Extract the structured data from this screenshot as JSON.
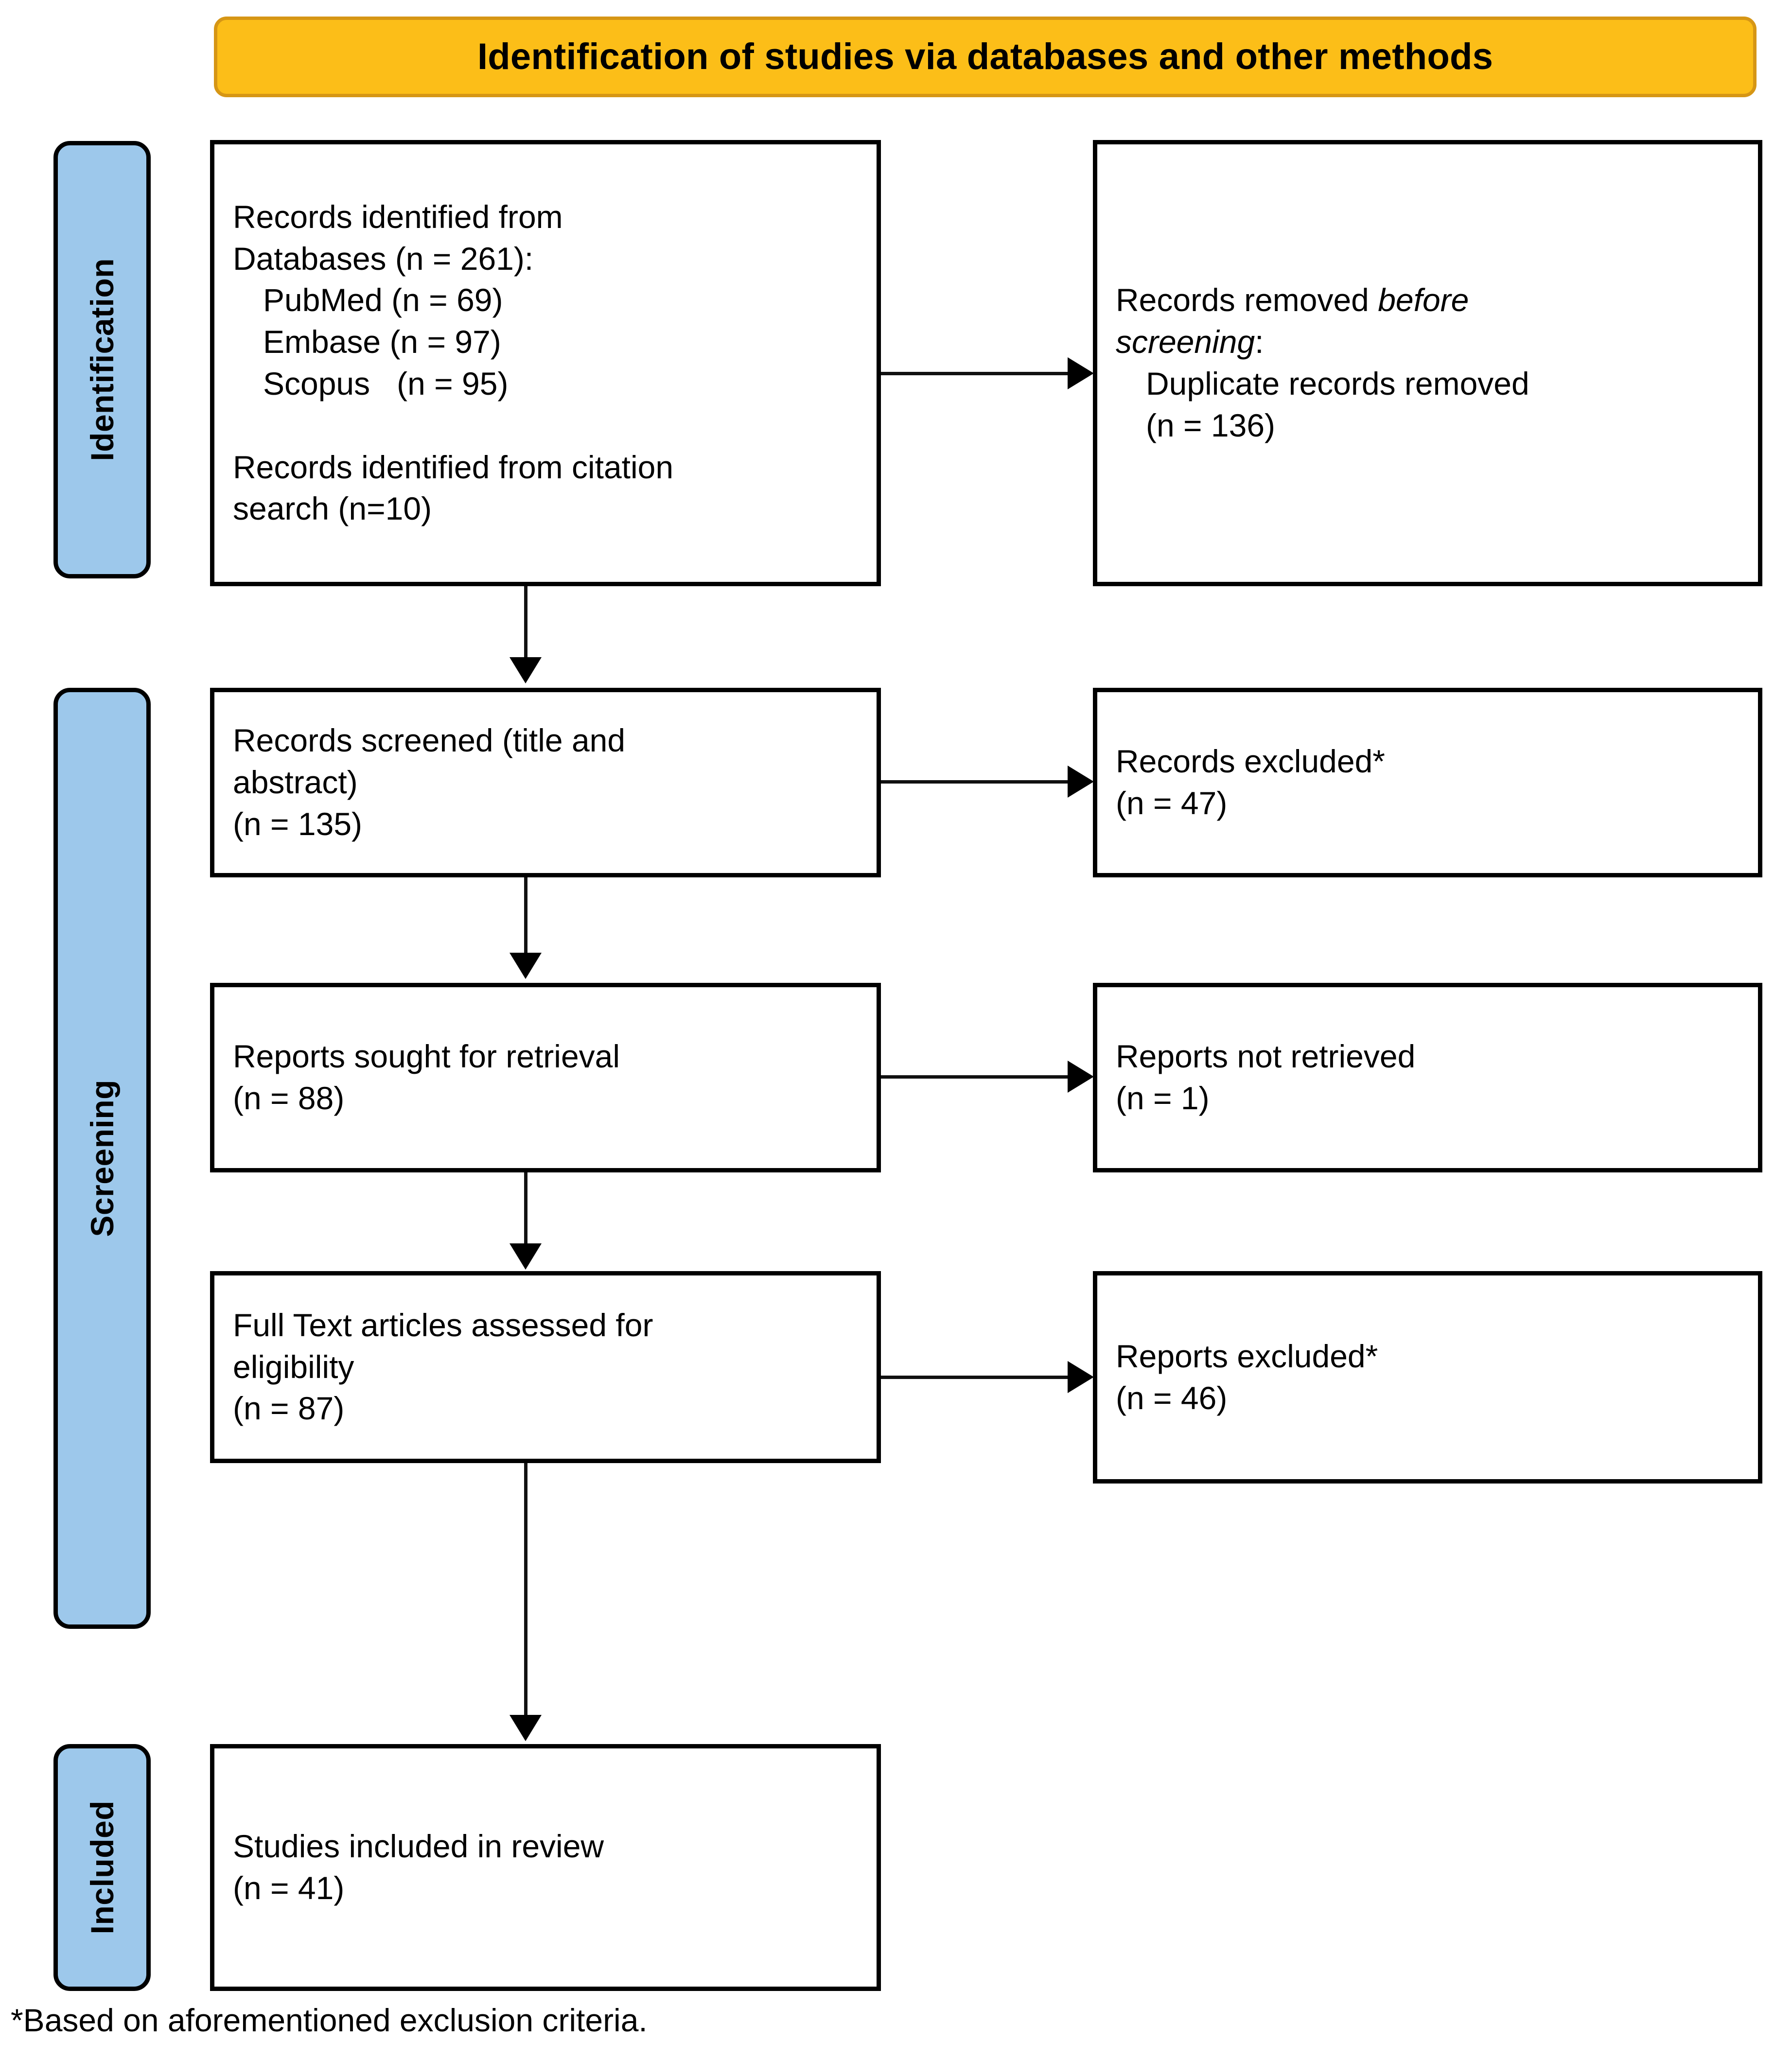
{
  "banner": {
    "title": "Identification of studies via databases and other methods"
  },
  "stages": [
    {
      "id": "identification",
      "label": "Identification"
    },
    {
      "id": "screening",
      "label": "Screening"
    },
    {
      "id": "included",
      "label": "Included"
    }
  ],
  "boxes": {
    "records_identified": {
      "line1": "Records identified from",
      "line2": "Databases (n = 261):",
      "line3": "PubMed (n = 69)",
      "line4": "Embase (n = 97)",
      "line5": "Scopus   (n = 95)",
      "line6": "Records identified from citation",
      "line7": "search (n=10)"
    },
    "records_removed": {
      "line1_prefix": "Records removed ",
      "line1_italic": "before",
      "line2_italic": "screening",
      "line2_suffix": ":",
      "line3": "Duplicate records removed",
      "line4": "(n = 136)"
    },
    "records_screened": {
      "line1": "Records screened (title and",
      "line2": "abstract)",
      "line3": "(n = 135)"
    },
    "records_excluded": {
      "line1": "Records excluded*",
      "line2": "(n = 47)"
    },
    "reports_sought": {
      "line1": "Reports sought for retrieval",
      "line2": "(n = 88)"
    },
    "reports_not_retrieved": {
      "line1": "Reports not retrieved",
      "line2": "(n = 1)"
    },
    "fulltext_assessed": {
      "line1": "Full Text articles assessed for",
      "line2": "eligibility",
      "line3": "(n = 87)"
    },
    "reports_excluded": {
      "line1": "Reports excluded*",
      "line2": "(n = 46)"
    },
    "studies_included": {
      "line1": "Studies included in review",
      "line2": "(n = 41)"
    }
  },
  "footnote": {
    "text": "*Based on aforementioned exclusion criteria."
  },
  "colors": {
    "banner_fill": "#FCBE18",
    "banner_border": "#D69615",
    "stage_fill": "#9DC8EB",
    "stage_border": "#000000",
    "box_border": "#000000",
    "text": "#000000",
    "connector": "#111111"
  },
  "chart_data": {
    "type": "diagram",
    "diagram_kind": "PRISMA 2020 flow diagram",
    "title": "Identification of studies via databases and other methods",
    "nodes": [
      {
        "stage": "Identification",
        "label": "Records identified from Databases",
        "n": 261
      },
      {
        "stage": "Identification",
        "label": "PubMed",
        "n": 69
      },
      {
        "stage": "Identification",
        "label": "Embase",
        "n": 97
      },
      {
        "stage": "Identification",
        "label": "Scopus",
        "n": 95
      },
      {
        "stage": "Identification",
        "label": "Records identified from citation search",
        "n": 10
      },
      {
        "stage": "Identification",
        "label": "Duplicate records removed before screening",
        "n": 136
      },
      {
        "stage": "Screening",
        "label": "Records screened (title and abstract)",
        "n": 135
      },
      {
        "stage": "Screening",
        "label": "Records excluded*",
        "n": 47
      },
      {
        "stage": "Screening",
        "label": "Reports sought for retrieval",
        "n": 88
      },
      {
        "stage": "Screening",
        "label": "Reports not retrieved",
        "n": 1
      },
      {
        "stage": "Screening",
        "label": "Full Text articles assessed for eligibility",
        "n": 87
      },
      {
        "stage": "Screening",
        "label": "Reports excluded*",
        "n": 46
      },
      {
        "stage": "Included",
        "label": "Studies included in review",
        "n": 41
      }
    ]
  }
}
